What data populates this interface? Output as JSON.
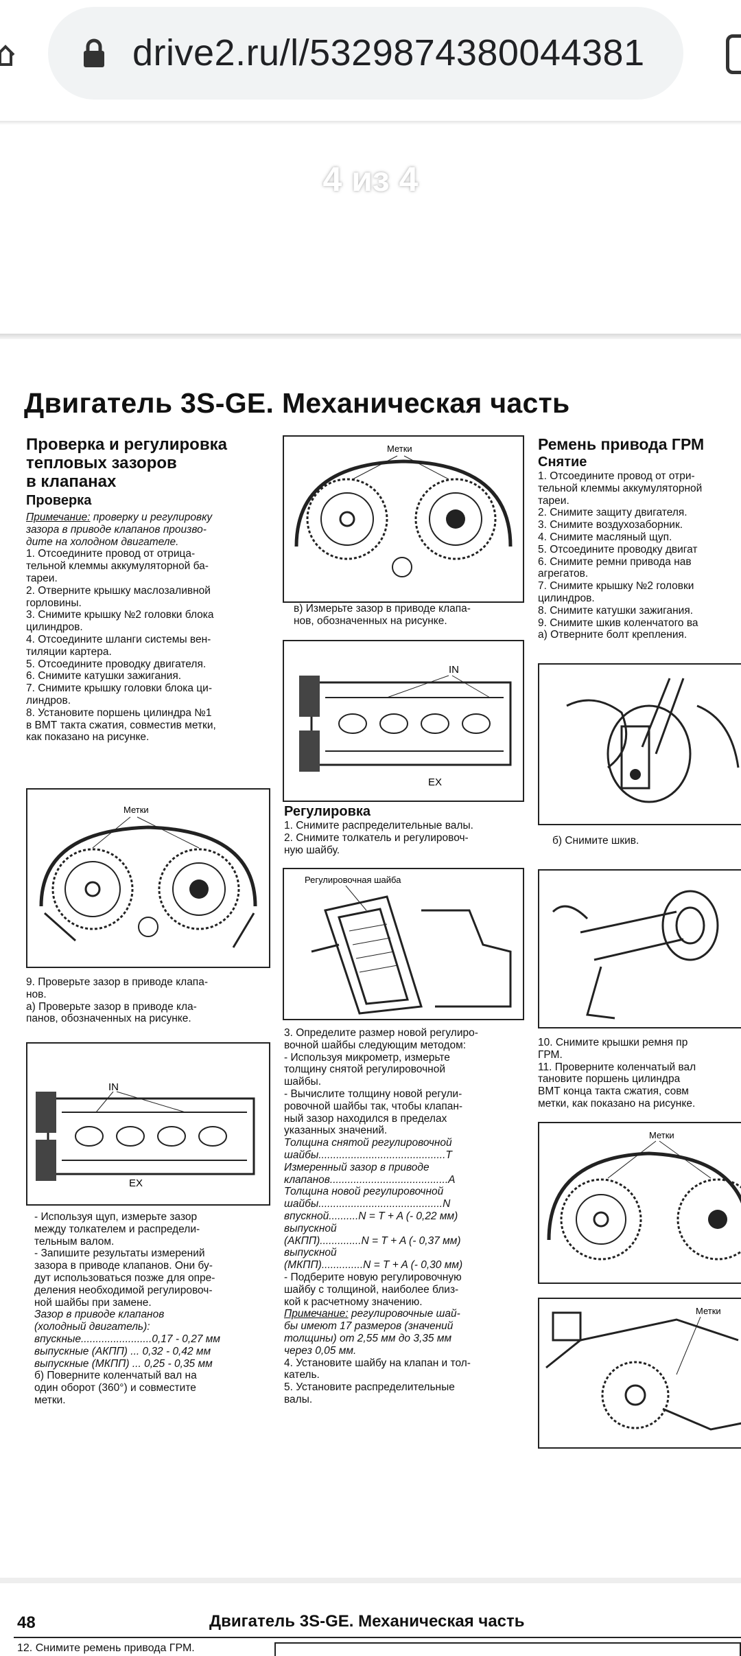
{
  "browser": {
    "url": "drive2.ru/l/5329874380044381"
  },
  "viewer": {
    "page_counter": "4 из 4"
  },
  "doc": {
    "title": "Двигатель 3S-GE. Механическая часть",
    "col1": {
      "heading": [
        "Проверка и регулировка",
        "тепловых зазоров",
        "в клапанах"
      ],
      "subheading": "Проверка",
      "note_label": "Примечание:",
      "note_lines": [
        " проверку и регулировку",
        "зазора в приводе клапанов произво-",
        "дите на холодном двигателе."
      ],
      "steps": [
        "1. Отсоедините провод от отрица-",
        "тельной клеммы аккумуляторной ба-",
        "тареи.",
        "2. Отверните крышку маслозаливной",
        "горловины.",
        "3. Снимите крышку №2 головки блока",
        "цилиндров.",
        "4. Отсоедините шланги системы вен-",
        "тиляции картера.",
        "5. Отсоедините проводку двигателя.",
        "6. Снимите катушки зажигания.",
        "7. Снимите крышку головки блока ци-",
        "линдров.",
        "8. Установите поршень цилиндра №1",
        "в ВМТ такта сжатия, совместив метки,",
        "как показано на рисунке."
      ],
      "fig1_label": "Метки",
      "step9": [
        "9. Проверьте зазор в приводе клапа-",
        "нов.",
        "  а) Проверьте зазор в приводе кла-",
        "панов, обозначенных на рисунке."
      ],
      "fig2_in": "IN",
      "fig2_ex": "EX",
      "after": [
        "  - Используя щуп, измерьте зазор",
        "между толкателем и распредели-",
        "тельным валом.",
        "  - Запишите результаты измерений",
        "зазора в приводе клапанов. Они бу-",
        "дут использоваться позже для опре-",
        "деления необходимой регулировоч-",
        "ной шайбы при замене."
      ],
      "clearance_title": [
        "Зазор в приводе клапанов",
        "(холодный двигатель):"
      ],
      "clearances": [
        "    впускные........................0,17 - 0,27 мм",
        "    выпускные (АКПП) ... 0,32 - 0,42 мм",
        "    выпускные (МКПП) ... 0,25 - 0,35 мм"
      ],
      "step_b": [
        "  б) Поверните коленчатый вал на",
        "один оборот (360°) и совместите",
        "метки."
      ]
    },
    "col2": {
      "fig_a_label": "Метки",
      "fig_a_caption": [
        "в) Измерьте зазор в приводе клапа-",
        "нов, обозначенных на рисунке."
      ],
      "fig_b_in": "IN",
      "fig_b_ex": "EX",
      "reg_heading": "Регулировка",
      "reg_steps": [
        "1. Снимите распределительные валы.",
        "2. Снимите толкатель и регулировоч-",
        "ную шайбу."
      ],
      "fig_c_label": "Регулировочная шайба",
      "calc": [
        "3. Определите размер новой регулиро-",
        "вочной шайбы следующим методом:",
        "  - Используя микрометр, измерьте",
        "  толщину   снятой   регулировочной",
        "  шайбы.",
        "  - Вычислите толщину новой регули-",
        "  ровочной шайбы так, чтобы клапан-",
        "  ный зазор находился в пределах",
        "  указанных значений."
      ],
      "formula": [
        "Толщина снятой регулировочной",
        "шайбы...........................................T",
        "Измеренный зазор в приводе",
        "клапанов........................................A",
        "Толщина новой регулировочной",
        "шайбы..........................................N",
        "  впускной..........N = T + A (- 0,22 мм)",
        "  выпускной",
        "  (АКПП)..............N = T + A (- 0,37 мм)",
        "  выпускной",
        "  (МКПП)..............N = T + A (- 0,30 мм)"
      ],
      "pick": [
        "  - Подберите новую регулировочную",
        "  шайбу с толщиной, наиболее близ-",
        "  кой к расчетному значению."
      ],
      "note2_label": "Примечание:",
      "note2": [
        " регулировочные шай-",
        "бы имеют 17 размеров (значений",
        "толщины) от 2,55 мм до 3,35 мм",
        "через 0,05 мм."
      ],
      "tail": [
        "4. Установите шайбу на клапан и тол-",
        "катель.",
        "5. Установите распределительные",
        "валы."
      ]
    },
    "col3": {
      "heading": "Ремень привода ГРМ",
      "subheading": "Снятие",
      "steps": [
        "1. Отсоедините провод от отри-",
        "тельной клеммы аккумуляторной",
        "тареи.",
        "2. Снимите защиту двигателя.",
        "3. Снимите воздухозаборник.",
        "4. Снимите масляный щуп.",
        "5. Отсоедините проводку двигат",
        "6. Снимите ремни привода нав",
        "агрегатов.",
        "7. Снимите крышку №2 головки",
        "цилиндров.",
        "8. Снимите катушки зажигания.",
        "9. Снимите шкив коленчатого ва",
        "  а) Отверните болт крепления."
      ],
      "fig_b_caption": "б) Снимите шкив.",
      "step10": [
        "10. Снимите крышки ремня пр",
        "ГРМ.",
        "11. Проверните коленчатый вал",
        "тановите поршень цилиндра",
        "ВМТ конца такта сжатия, совм",
        "метки, как показано на рисунке."
      ],
      "fig_marks": "Метки",
      "fig_marks2": "Метки"
    },
    "next_page": {
      "number": "48",
      "title": "Двигатель 3S-GE. Механическая часть",
      "first_line": "12. Снимите ремень привода ГРМ."
    }
  }
}
